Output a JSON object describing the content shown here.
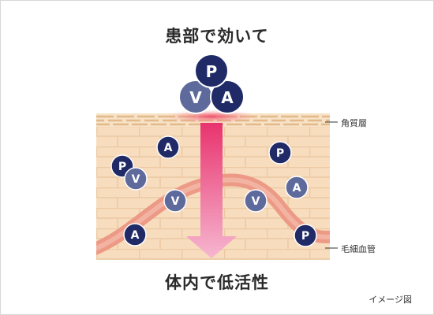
{
  "title_top": "患部で効いて",
  "title_bottom": "体内で低活性",
  "labels": {
    "horny_layer": "角質層",
    "capillary": "毛細血管"
  },
  "caption": "イメージ図",
  "molecules": {
    "P": "P",
    "V": "V",
    "A": "A"
  },
  "colors": {
    "dark_navy": "#1f2a66",
    "slate_blue": "#5f6a9c",
    "skin": "#f7dcbe",
    "horny_stripe": "#e8c395",
    "capillary": "#ec9a86",
    "arrow_top": "#e8336e",
    "arrow_bottom": "#f6b7d0"
  }
}
